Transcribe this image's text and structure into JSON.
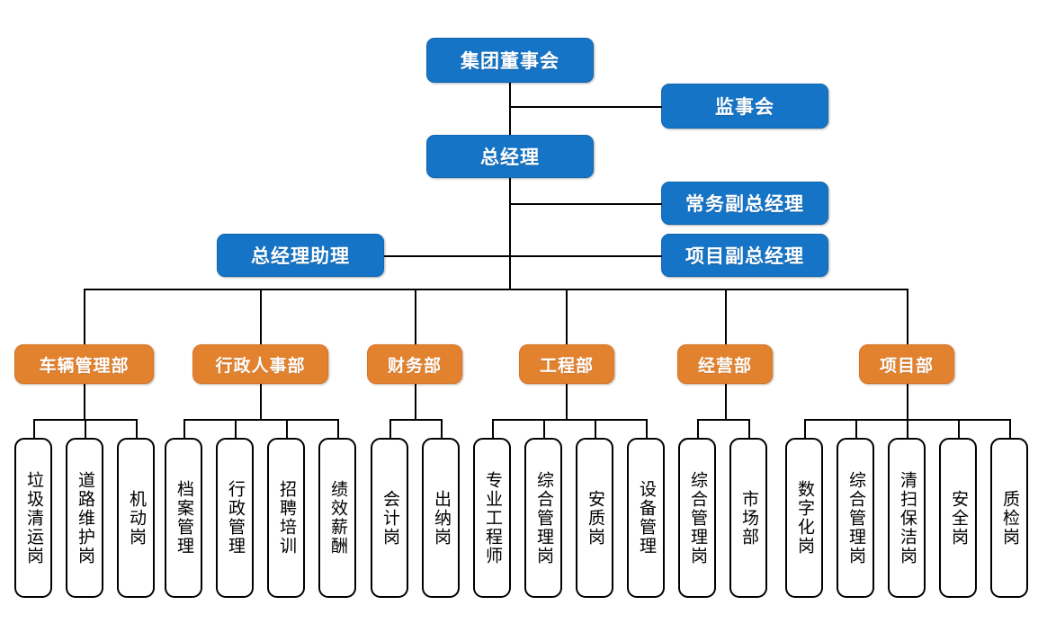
{
  "meta": {
    "title": "集团组织架构图",
    "colors": {
      "exec_box": "#1574C6",
      "dept_box": "#E3822E",
      "leaf_border": "#000000",
      "leaf_fill": "#FFFFFF",
      "connector": "#000000",
      "exec_text": "#FFFFFF",
      "dept_text": "#FFFFFF",
      "leaf_text": "#000000"
    }
  },
  "executives": {
    "board": "集团董事会",
    "supervisory": "监事会",
    "general_manager": "总经理",
    "exec_deputy_gm": "常务副总经理",
    "project_deputy_gm": "项目副总经理",
    "gm_assistant": "总经理助理"
  },
  "departments": [
    {
      "name": "车辆管理部",
      "positions": [
        "垃圾清运岗",
        "道路维护岗",
        "机动岗"
      ]
    },
    {
      "name": "行政人事部",
      "positions": [
        "档案管理",
        "行政管理",
        "招聘培训",
        "绩效薪酬"
      ]
    },
    {
      "name": "财务部",
      "positions": [
        "会计岗",
        "出纳岗"
      ]
    },
    {
      "name": "工程部",
      "positions": [
        "专业工程师",
        "综合管理岗",
        "安质岗",
        "设备管理"
      ]
    },
    {
      "name": "经营部",
      "positions": [
        "综合管理岗",
        "市场部"
      ]
    },
    {
      "name": "项目部",
      "positions": [
        "数字化岗",
        "综合管理岗",
        "清扫保洁岗",
        "安全岗",
        "质检岗"
      ]
    }
  ]
}
